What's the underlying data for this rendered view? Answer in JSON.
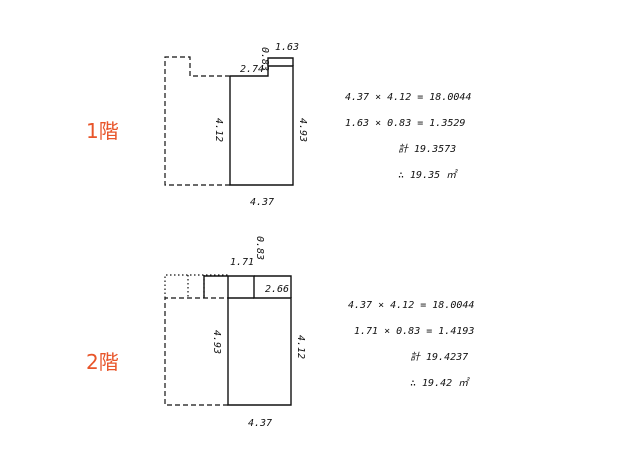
{
  "floor1": {
    "label": "1階",
    "dims": {
      "top_small_width": "1.63",
      "top_small_height": "0.83",
      "notch": "2.74",
      "side_left": "4.12",
      "side_right": "4.93",
      "bottom": "4.37"
    },
    "calc": [
      "4.37 × 4.12 = 18.0044",
      "1.63 × 0.83 = 1.3529",
      "計   19.3573",
      "∴   19.35 ㎡"
    ]
  },
  "floor2": {
    "label": "2階",
    "dims": {
      "top_small_width": "1.71",
      "top_small_height": "0.83",
      "notch": "2.66",
      "side_left": "4.93",
      "side_right": "4.12",
      "bottom": "4.37"
    },
    "calc": [
      "4.37 × 4.12 = 18.0044",
      "1.71 × 0.83 = 1.4193",
      "計   19.4237",
      "∴   19.42 ㎡"
    ]
  }
}
